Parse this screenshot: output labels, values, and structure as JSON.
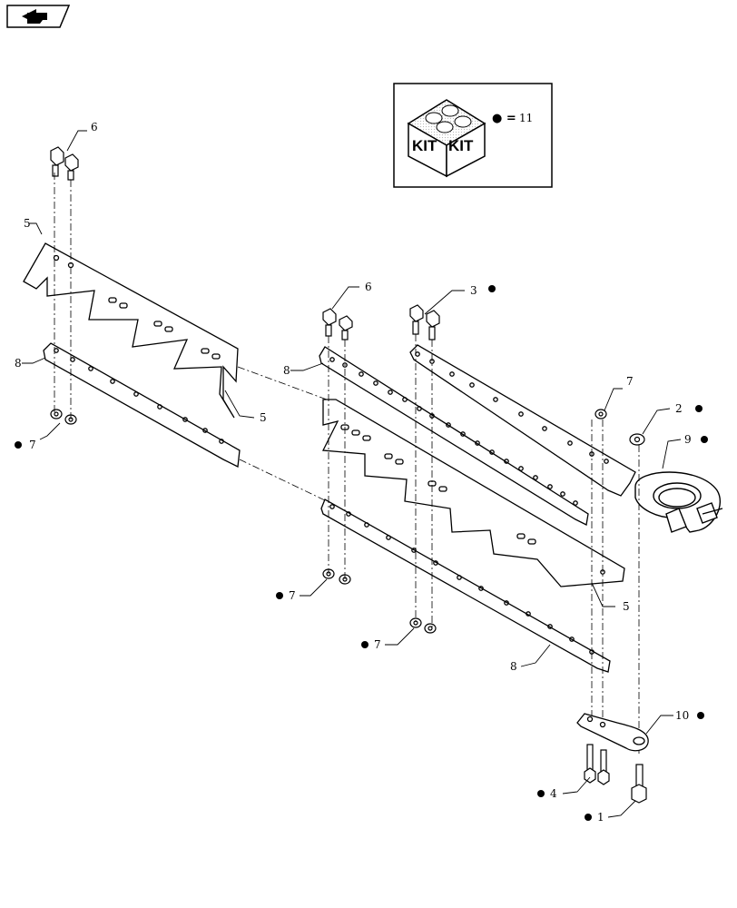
{
  "nav": {
    "icon": "back-arrow-icon"
  },
  "kit_box": {
    "label_left": "KIT",
    "label_right": "KIT",
    "legend_symbol": "● =",
    "legend_ref": "11"
  },
  "callouts": [
    {
      "id": "c6a",
      "text": "6",
      "dot": false
    },
    {
      "id": "c5a",
      "text": "5",
      "dot": false
    },
    {
      "id": "c8a",
      "text": "8",
      "dot": false
    },
    {
      "id": "c7a",
      "text": "7",
      "dot": true
    },
    {
      "id": "c5b",
      "text": "5",
      "dot": false
    },
    {
      "id": "c6b",
      "text": "6",
      "dot": false
    },
    {
      "id": "c3",
      "text": "3",
      "dot": true
    },
    {
      "id": "c8b",
      "text": "8",
      "dot": false
    },
    {
      "id": "c7b",
      "text": "7",
      "dot": false
    },
    {
      "id": "c2",
      "text": "2",
      "dot": true
    },
    {
      "id": "c9",
      "text": "9",
      "dot": true
    },
    {
      "id": "c5c",
      "text": "5",
      "dot": false
    },
    {
      "id": "c7c",
      "text": "7",
      "dot": true
    },
    {
      "id": "c7d",
      "text": "7",
      "dot": true
    },
    {
      "id": "c8c",
      "text": "8",
      "dot": false
    },
    {
      "id": "c10",
      "text": "10",
      "dot": true
    },
    {
      "id": "c4",
      "text": "4",
      "dot": true
    },
    {
      "id": "c1",
      "text": "1",
      "dot": true
    }
  ],
  "colors": {
    "line": "#000000",
    "fill": "#ffffff",
    "hatch": "#cfcfcf"
  }
}
